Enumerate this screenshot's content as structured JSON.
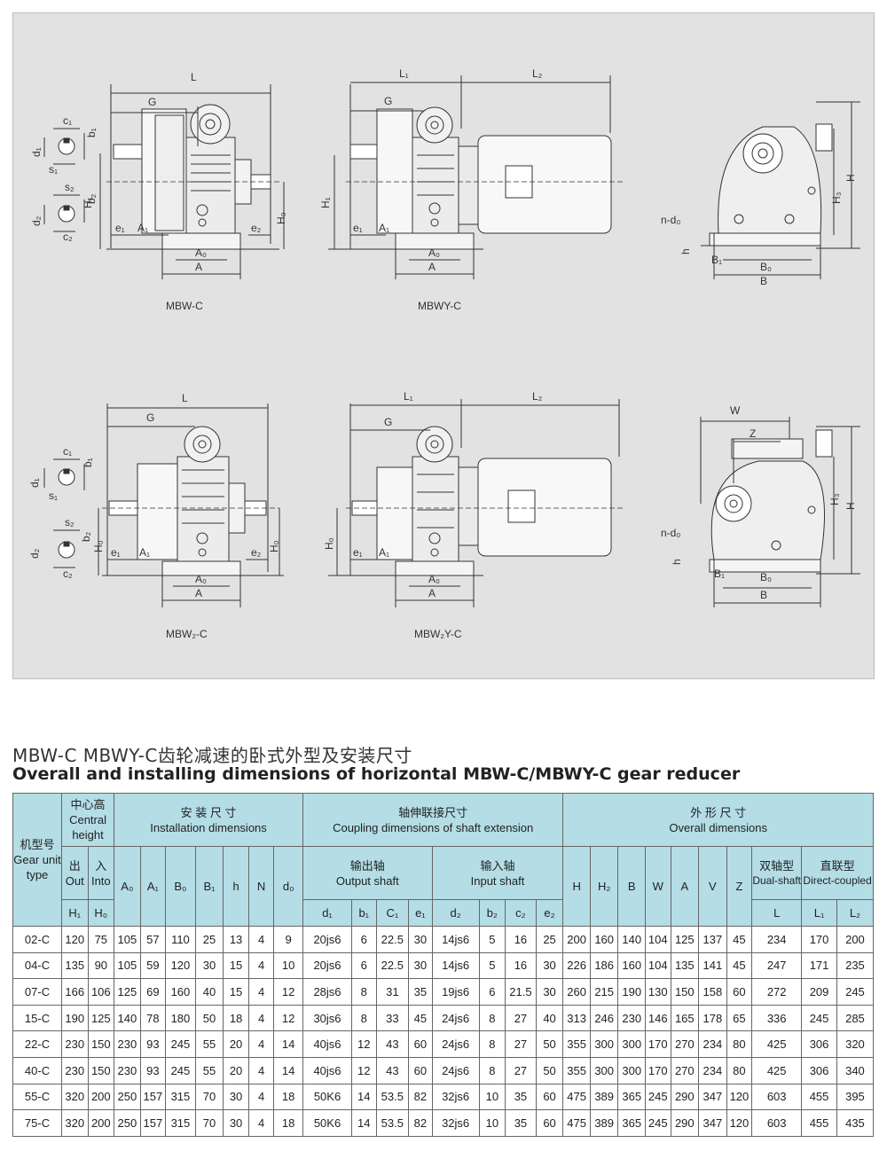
{
  "drawings": {
    "captions": [
      "MBW-C",
      "MBWY-C",
      "MBW₂-C",
      "MBW₂Y-C"
    ],
    "dims": {
      "L": "L",
      "L1": "L₁",
      "L2": "L₂",
      "G": "G",
      "W": "W",
      "Z": "Z",
      "H": "H",
      "H0": "H₀",
      "H1": "H₁",
      "H3": "H₃",
      "h": "h",
      "A": "A",
      "A0": "A₀",
      "A1": "A₁",
      "B": "B",
      "B0": "B₀",
      "B1": "B₁",
      "e1": "e₁",
      "e2": "e₂",
      "c1": "c₁",
      "c2": "c₂",
      "b1": "b₁",
      "b2": "b₂",
      "d1": "d₁",
      "d2": "d₂",
      "s1": "s₁",
      "s2": "s₂",
      "nd0": "n-d₀"
    }
  },
  "title_cn": "MBW-C  MBWY-C齿轮减速的卧式外型及安装尺寸",
  "title_en": "Overall and installing dimensions of horizontal MBW-C/MBWY-C gear reducer",
  "table": {
    "header": {
      "model_cn": "机型号",
      "model_en": "Gear unit type",
      "central_cn": "中心高",
      "central_en": "Central height",
      "out": "出",
      "out_en": "Out",
      "into": "入",
      "into_en": "Into",
      "install_cn": "安 装 尺 寸",
      "install_en": "Installation dimensions",
      "coupling_cn": "轴伸联接尺寸",
      "coupling_en": "Coupling dimensions of shaft extension",
      "output_cn": "输出轴",
      "output_en": "Output shaft",
      "input_cn": "输入轴",
      "input_en": "Input shaft",
      "overall_cn": "外 形 尺 寸",
      "overall_en": "Overall dimensions",
      "dual_cn": "双轴型",
      "dual_en": "Dual-shaft",
      "direct_cn": "直联型",
      "direct_en": "Direct-coupled",
      "install_cols": [
        "A₀",
        "A₁",
        "B₀",
        "B₁",
        "h",
        "N",
        "d₀"
      ],
      "output_cols": [
        "d₁",
        "b₁",
        "C₁",
        "e₁"
      ],
      "input_cols": [
        "d₂",
        "b₂",
        "c₂",
        "e₂"
      ],
      "overall_cols": [
        "H",
        "H₂",
        "B",
        "W",
        "A",
        "V",
        "Z"
      ],
      "H1": "H₁",
      "H0": "H₀",
      "L": "L",
      "L1": "L₁",
      "L2": "L₂"
    },
    "rows": [
      [
        "02-C",
        "120",
        "75",
        "105",
        "57",
        "110",
        "25",
        "13",
        "4",
        "9",
        "20js6",
        "6",
        "22.5",
        "30",
        "14js6",
        "5",
        "16",
        "25",
        "200",
        "160",
        "140",
        "104",
        "125",
        "137",
        "45",
        "234",
        "170",
        "200"
      ],
      [
        "04-C",
        "135",
        "90",
        "105",
        "59",
        "120",
        "30",
        "15",
        "4",
        "10",
        "20js6",
        "6",
        "22.5",
        "30",
        "14js6",
        "5",
        "16",
        "30",
        "226",
        "186",
        "160",
        "104",
        "135",
        "141",
        "45",
        "247",
        "171",
        "235"
      ],
      [
        "07-C",
        "166",
        "106",
        "125",
        "69",
        "160",
        "40",
        "15",
        "4",
        "12",
        "28js6",
        "8",
        "31",
        "35",
        "19js6",
        "6",
        "21.5",
        "30",
        "260",
        "215",
        "190",
        "130",
        "150",
        "158",
        "60",
        "272",
        "209",
        "245"
      ],
      [
        "15-C",
        "190",
        "125",
        "140",
        "78",
        "180",
        "50",
        "18",
        "4",
        "12",
        "30js6",
        "8",
        "33",
        "45",
        "24js6",
        "8",
        "27",
        "40",
        "313",
        "246",
        "230",
        "146",
        "165",
        "178",
        "65",
        "336",
        "245",
        "285"
      ],
      [
        "22-C",
        "230",
        "150",
        "230",
        "93",
        "245",
        "55",
        "20",
        "4",
        "14",
        "40js6",
        "12",
        "43",
        "60",
        "24js6",
        "8",
        "27",
        "50",
        "355",
        "300",
        "300",
        "170",
        "270",
        "234",
        "80",
        "425",
        "306",
        "320"
      ],
      [
        "40-C",
        "230",
        "150",
        "230",
        "93",
        "245",
        "55",
        "20",
        "4",
        "14",
        "40js6",
        "12",
        "43",
        "60",
        "24js6",
        "8",
        "27",
        "50",
        "355",
        "300",
        "300",
        "170",
        "270",
        "234",
        "80",
        "425",
        "306",
        "340"
      ],
      [
        "55-C",
        "320",
        "200",
        "250",
        "157",
        "315",
        "70",
        "30",
        "4",
        "18",
        "50K6",
        "14",
        "53.5",
        "82",
        "32js6",
        "10",
        "35",
        "60",
        "475",
        "389",
        "365",
        "245",
        "290",
        "347",
        "120",
        "603",
        "455",
        "395"
      ],
      [
        "75-C",
        "320",
        "200",
        "250",
        "157",
        "315",
        "70",
        "30",
        "4",
        "18",
        "50K6",
        "14",
        "53.5",
        "82",
        "32js6",
        "10",
        "35",
        "60",
        "475",
        "389",
        "365",
        "245",
        "290",
        "347",
        "120",
        "603",
        "455",
        "435"
      ]
    ]
  }
}
